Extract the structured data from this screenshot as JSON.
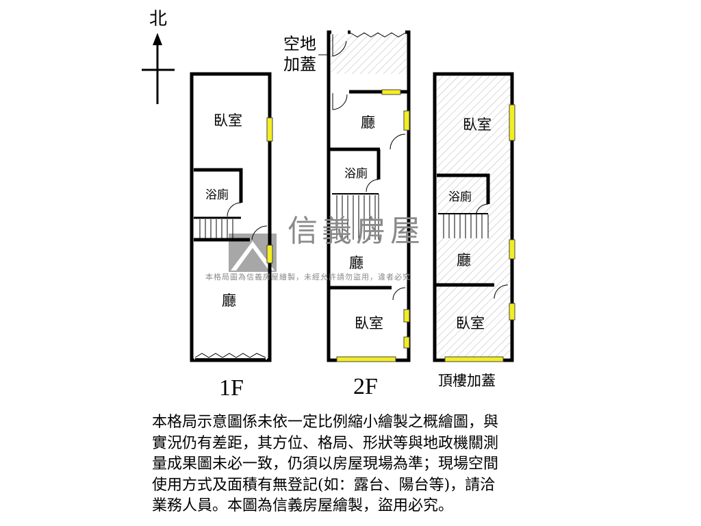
{
  "compass": {
    "north_label": "北"
  },
  "floors": [
    {
      "label": "1F",
      "rooms": [
        "臥室",
        "浴廁",
        "廳"
      ]
    },
    {
      "label": "2F",
      "rooms": [
        "廳",
        "浴廁",
        "廳",
        "臥室"
      ],
      "annotation": [
        "空地",
        "加蓋"
      ]
    },
    {
      "label": "頂樓加蓋",
      "rooms": [
        "臥室",
        "浴廁",
        "廳",
        "臥室"
      ]
    }
  ],
  "watermark": {
    "brand": "信義房屋",
    "notice": "本格局圖為信義房屋繪製，未經允許請勿盜用，違者必究"
  },
  "notes": [
    "本格局示意圖係未依一定比例縮小繪製之概繪圖，與",
    "實況仍有差距，其方位、格局、形狀等與地政機關測",
    "量成果圖未必一致，仍須以房屋現場為準；現場空間",
    "使用方式及面積有無登記(如：露台、陽台等)，請洽",
    "業務人員。本圖為信義房屋繪製，盜用必究。"
  ],
  "colors": {
    "wall": "#000000",
    "window": "#f2ee22",
    "watermark": "#8a8a8a",
    "hatch": "#b0b0b0"
  }
}
